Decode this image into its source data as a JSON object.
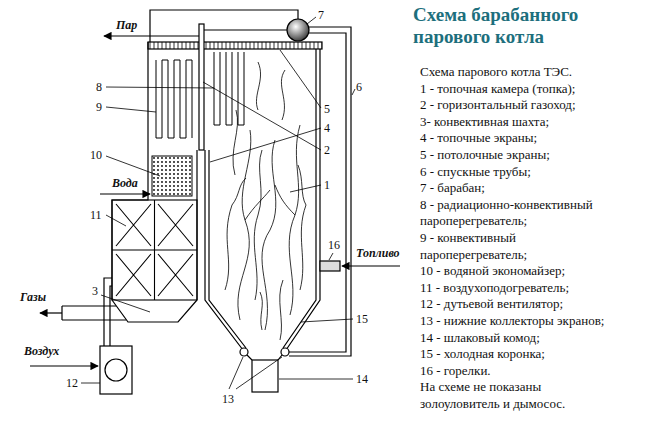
{
  "diagram": {
    "title": "Схема барабанного парового котла",
    "labels": [
      "Схема парового котла ТЭС.",
      "1 - топочная камера (топка);",
      "2 - горизонтальный газоход;",
      "3- конвективная шахта;",
      "4 - топочные экраны;",
      "5 - потолочные экраны;",
      "6 - спускные трубы;",
      "7 - барабан;",
      "8 - радиационно-конвективный пароперегреватель;",
      "9 - конвективный пароперегреватель;",
      "10 - водяной экономайзер;",
      "11 - воздухоподогреватель;",
      "12 - дутьевой вентилятор;",
      "13 - нижние коллекторы экранов;",
      "14 - шлаковый комод;",
      "15 - холодная коронка;",
      "16 - горелки.",
      "На схеме не показаны золоуловитель и дымосос.",
      "Пар",
      "Вода",
      "Газы",
      "Воздух",
      "Топливо",
      "7",
      "8",
      "9",
      "10",
      "11",
      "3",
      "12",
      "6",
      "5",
      "4",
      "2",
      "1",
      "16",
      "15",
      "14",
      "13"
    ]
  }
}
